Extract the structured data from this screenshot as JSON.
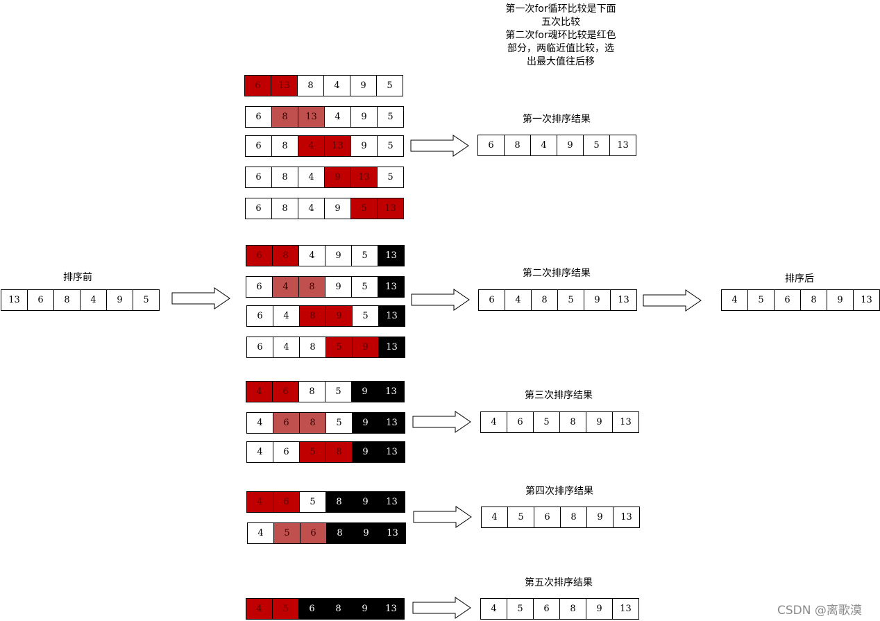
{
  "note_lines": [
    "第一次for循环比较是下面",
    "五次比较",
    "第二次for魂环比较是红色",
    "部分，两临近值比较，选",
    "出最大值往后移"
  ],
  "labels": {
    "before": "排序前",
    "after": "排序后",
    "pass1": "第一次排序结果",
    "pass2": "第二次排序结果",
    "pass3": "第三次排序结果",
    "pass4": "第四次排序结果",
    "pass5": "第五次排序结果"
  },
  "watermark": "CSDN @离歌漠",
  "legend_colors": {
    "compared": "#c00000",
    "compared_light": "#c0504d",
    "sorted": "#000000",
    "unsorted": "#ffffff"
  },
  "arrays": {
    "before": [
      "13",
      "6",
      "8",
      "4",
      "9",
      "5"
    ],
    "after": [
      "4",
      "5",
      "6",
      "8",
      "9",
      "13"
    ],
    "result1": [
      "6",
      "8",
      "4",
      "9",
      "5",
      "13"
    ],
    "result2": [
      "6",
      "4",
      "8",
      "5",
      "9",
      "13"
    ],
    "result3": [
      "4",
      "6",
      "5",
      "8",
      "9",
      "13"
    ],
    "result4": [
      "4",
      "5",
      "6",
      "8",
      "9",
      "13"
    ],
    "result5": [
      "4",
      "5",
      "6",
      "8",
      "9",
      "13"
    ]
  },
  "passes": [
    {
      "steps": [
        {
          "values": [
            "6",
            "13",
            "8",
            "4",
            "9",
            "5"
          ],
          "states": [
            "r",
            "r",
            "w",
            "w",
            "w",
            "w"
          ]
        },
        {
          "values": [
            "6",
            "8",
            "13",
            "4",
            "9",
            "5"
          ],
          "states": [
            "w",
            "p",
            "p",
            "w",
            "w",
            "w"
          ]
        },
        {
          "values": [
            "6",
            "8",
            "4",
            "13",
            "9",
            "5"
          ],
          "states": [
            "w",
            "w",
            "r",
            "r",
            "w",
            "w"
          ]
        },
        {
          "values": [
            "6",
            "8",
            "4",
            "9",
            "13",
            "5"
          ],
          "states": [
            "w",
            "w",
            "w",
            "r",
            "r",
            "w"
          ]
        },
        {
          "values": [
            "6",
            "8",
            "4",
            "9",
            "5",
            "13"
          ],
          "states": [
            "w",
            "w",
            "w",
            "w",
            "r",
            "r"
          ]
        }
      ]
    },
    {
      "steps": [
        {
          "values": [
            "6",
            "8",
            "4",
            "9",
            "5",
            "13"
          ],
          "states": [
            "r",
            "r",
            "w",
            "w",
            "w",
            "b"
          ]
        },
        {
          "values": [
            "6",
            "4",
            "8",
            "9",
            "5",
            "13"
          ],
          "states": [
            "w",
            "p",
            "p",
            "w",
            "w",
            "b"
          ]
        },
        {
          "values": [
            "6",
            "4",
            "8",
            "9",
            "5",
            "13"
          ],
          "states": [
            "w",
            "w",
            "r",
            "r",
            "w",
            "b"
          ]
        },
        {
          "values": [
            "6",
            "4",
            "8",
            "5",
            "9",
            "13"
          ],
          "states": [
            "w",
            "w",
            "w",
            "r",
            "r",
            "b"
          ]
        }
      ]
    },
    {
      "steps": [
        {
          "values": [
            "4",
            "6",
            "8",
            "5",
            "9",
            "13"
          ],
          "states": [
            "r",
            "r",
            "w",
            "w",
            "b",
            "b"
          ]
        },
        {
          "values": [
            "4",
            "6",
            "8",
            "5",
            "9",
            "13"
          ],
          "states": [
            "w",
            "p",
            "p",
            "w",
            "b",
            "b"
          ]
        },
        {
          "values": [
            "4",
            "6",
            "5",
            "8",
            "9",
            "13"
          ],
          "states": [
            "w",
            "w",
            "r",
            "r",
            "b",
            "b"
          ]
        }
      ]
    },
    {
      "steps": [
        {
          "values": [
            "4",
            "6",
            "5",
            "8",
            "9",
            "13"
          ],
          "states": [
            "r",
            "r",
            "w",
            "b",
            "b",
            "b"
          ]
        },
        {
          "values": [
            "4",
            "5",
            "6",
            "8",
            "9",
            "13"
          ],
          "states": [
            "w",
            "p",
            "p",
            "b",
            "b",
            "b"
          ]
        }
      ]
    },
    {
      "steps": [
        {
          "values": [
            "4",
            "5",
            "6",
            "8",
            "9",
            "13"
          ],
          "states": [
            "r",
            "r",
            "b",
            "b",
            "b",
            "b"
          ]
        }
      ]
    }
  ]
}
